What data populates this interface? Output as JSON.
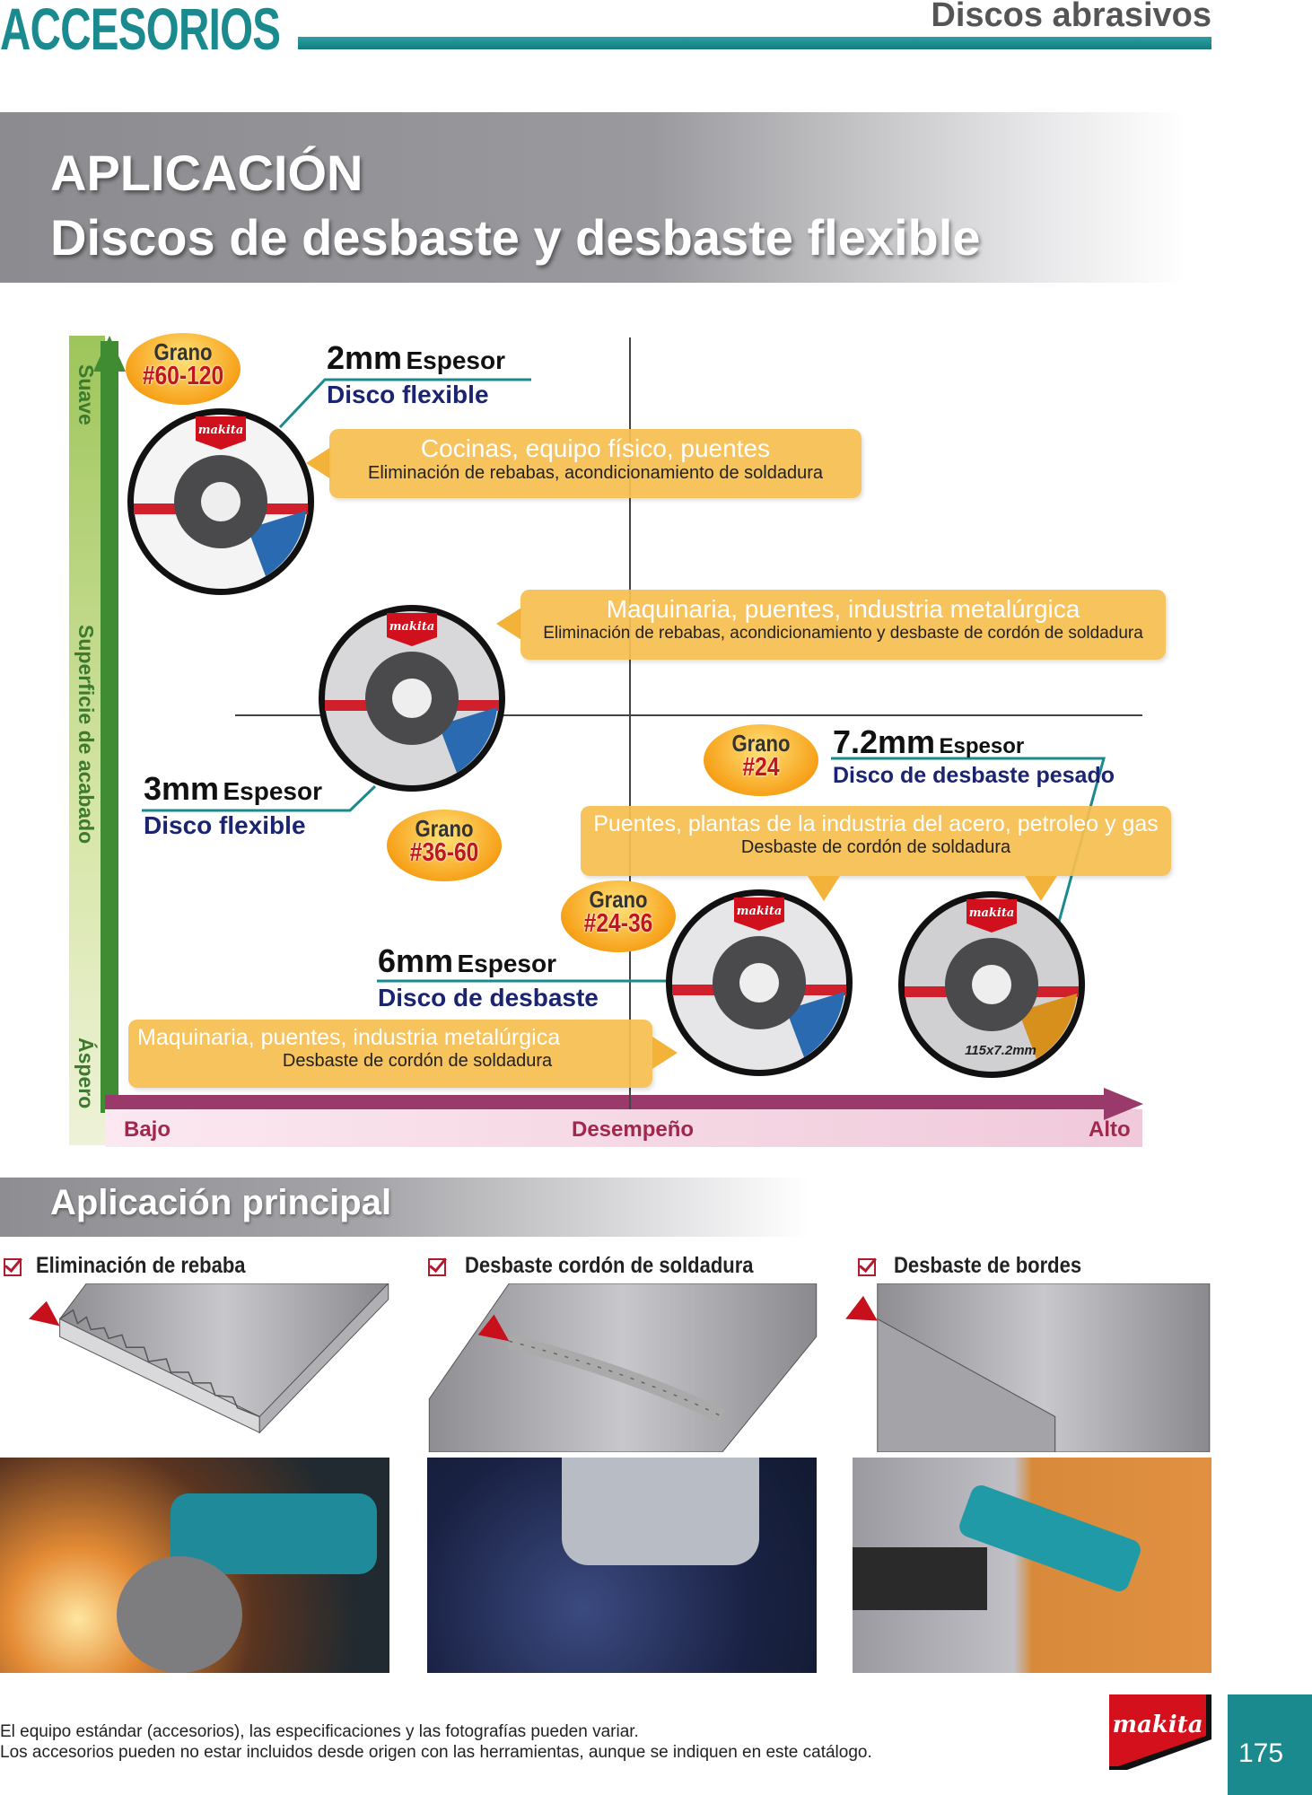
{
  "header": {
    "section": "ACCESORIOS",
    "category": "Discos abrasivos",
    "accent_color": "#1b8a8f"
  },
  "banner": {
    "line1": "APLICACIÓN",
    "line2": "Discos de desbaste y desbaste flexible"
  },
  "diagram": {
    "y_axis": {
      "top": "Suave",
      "middle": "Superficie de acabado",
      "bottom": "Áspero"
    },
    "x_axis": {
      "left": "Bajo",
      "middle": "Desempeño",
      "right": "Alto"
    },
    "products": [
      {
        "grano_label": "Grano",
        "grano": "#60-120",
        "thickness": "2mm",
        "thickness_label": "Espesor",
        "name": "Disco flexible"
      },
      {
        "grano_label": "Grano",
        "grano": "#36-60",
        "thickness": "3mm",
        "thickness_label": "Espesor",
        "name": "Disco flexible"
      },
      {
        "grano_label": "Grano",
        "grano": "#24-36",
        "thickness": "6mm",
        "thickness_label": "Espesor",
        "name": "Disco de desbaste"
      },
      {
        "grano_label": "Grano",
        "grano": "#24",
        "thickness": "7.2mm",
        "thickness_label": "Espesor",
        "name": "Disco de desbaste pesado"
      }
    ],
    "callouts": [
      {
        "title": "Cocinas, equipo físico, puentes",
        "subtitle": "Eliminación de rebabas, acondicionamiento de soldadura"
      },
      {
        "title": "Maquinaria, puentes, industria metalúrgica",
        "subtitle": "Eliminación de rebabas, acondicionamiento y desbaste de cordón de soldadura"
      },
      {
        "title": "Puentes, plantas de la industria del acero, petroleo y gas",
        "subtitle": "Desbaste de cordón de soldadura"
      },
      {
        "title": "Maquinaria,  puentes, industria metalúrgica",
        "subtitle": "Desbaste de cordón de soldadura"
      }
    ],
    "disc_brand": "makita",
    "disc4_print": "115x7.2mm"
  },
  "applications": {
    "title": "Aplicación principal",
    "items": [
      {
        "label": "Eliminación de rebaba"
      },
      {
        "label": "Desbaste cordón de soldadura"
      },
      {
        "label": "Desbaste de bordes"
      }
    ]
  },
  "footer": {
    "line1": "El equipo estándar (accesorios), las especificaciones y las fotografías pueden variar.",
    "line2": "Los accesorios pueden no estar incluidos desde origen con las herramientas, aunque se indiquen en este catálogo.",
    "brand": "makita",
    "page": "175"
  }
}
